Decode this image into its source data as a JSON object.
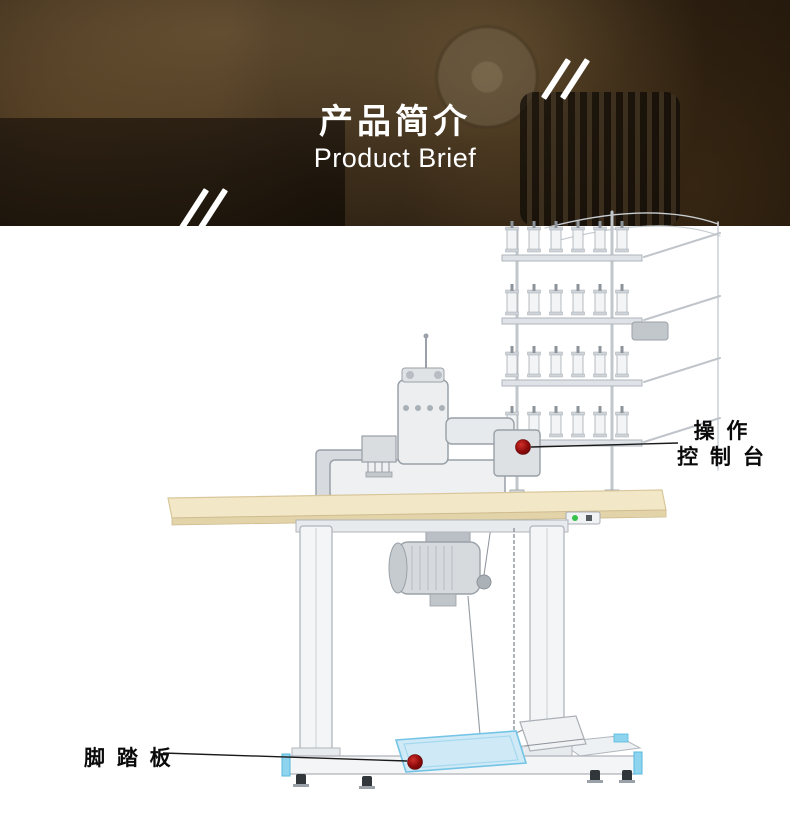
{
  "header": {
    "title": "产品简介",
    "subtitle": "Product Brief"
  },
  "annotations": {
    "control_console": {
      "line1": "操 作",
      "line2": "控 制 台"
    },
    "foot_pedal": {
      "label": "脚 踏 板"
    }
  },
  "colors": {
    "annotation_dot": "#8e0b0b",
    "annotation_line": "#1a1a1a",
    "table_top": "#f2e7c6",
    "machine_gray": "#eceef0",
    "stand_blue": "#8ed4ef",
    "pedal_blue": "#cfe9f6",
    "banner_text": "#ffffff",
    "indicator_green": "#35c24a"
  }
}
